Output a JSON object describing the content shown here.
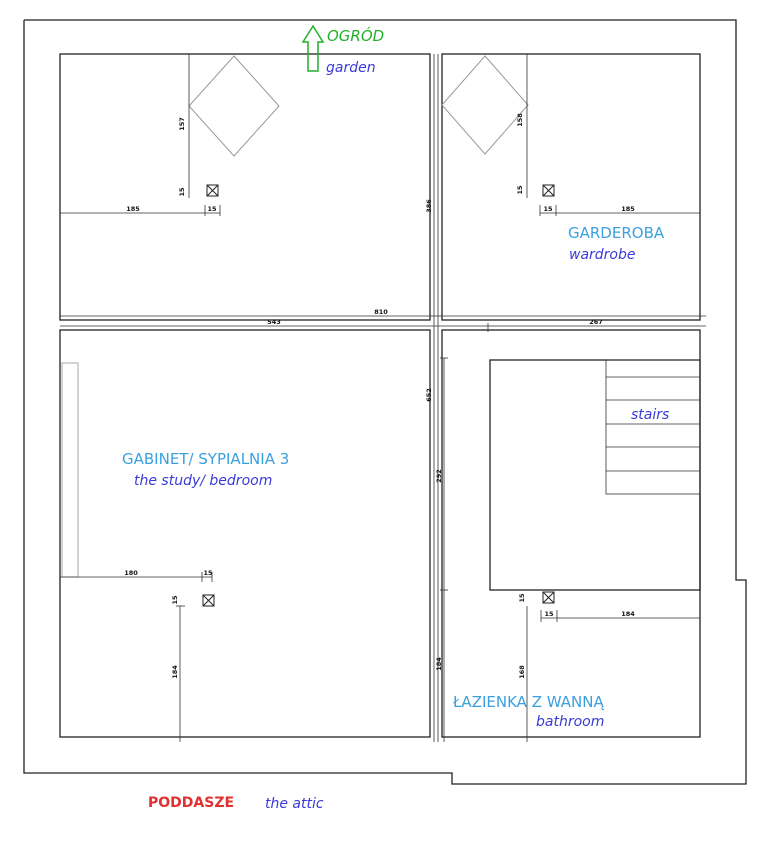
{
  "labels": {
    "garden_pl": "OGRÓD",
    "garden_en": "garden",
    "wardrobe_pl": "GARDEROBA",
    "wardrobe_en": "wardrobe",
    "study_pl": "GABINET/ SYPIALNIA 3",
    "study_en": "the study/ bedroom",
    "stairs_en": "stairs",
    "bathroom_pl": "ŁAZIENKA Z WANNĄ",
    "bathroom_en": "bathroom",
    "attic_pl": "PODDASZE",
    "attic_en": "the attic"
  },
  "dimensions": {
    "d157": "157",
    "d15_tl": "15",
    "d15_tl_h": "15",
    "d185_left": "185",
    "d158_tr": "158",
    "d15_tr": "15",
    "d15_tr_h": "15",
    "d185_right": "185",
    "d386": "386",
    "d810": "810",
    "d543": "543",
    "d267": "267",
    "d652": "652",
    "d292": "292",
    "d180": "180",
    "d15_bl": "15",
    "d15_bl_v": "15",
    "d184_bl": "184",
    "d184_mid": "184",
    "d15_br_v": "15",
    "d15_br": "15",
    "d184_br": "184",
    "d168_br": "168"
  },
  "colors": {
    "polish_label": "#3aa0e0",
    "english_label": "#3a3ad8",
    "garden": "#22b02a",
    "attic": "#e03030",
    "walls": "#222222"
  },
  "icons": [
    "arrow-up-icon",
    "outlet-icon"
  ]
}
